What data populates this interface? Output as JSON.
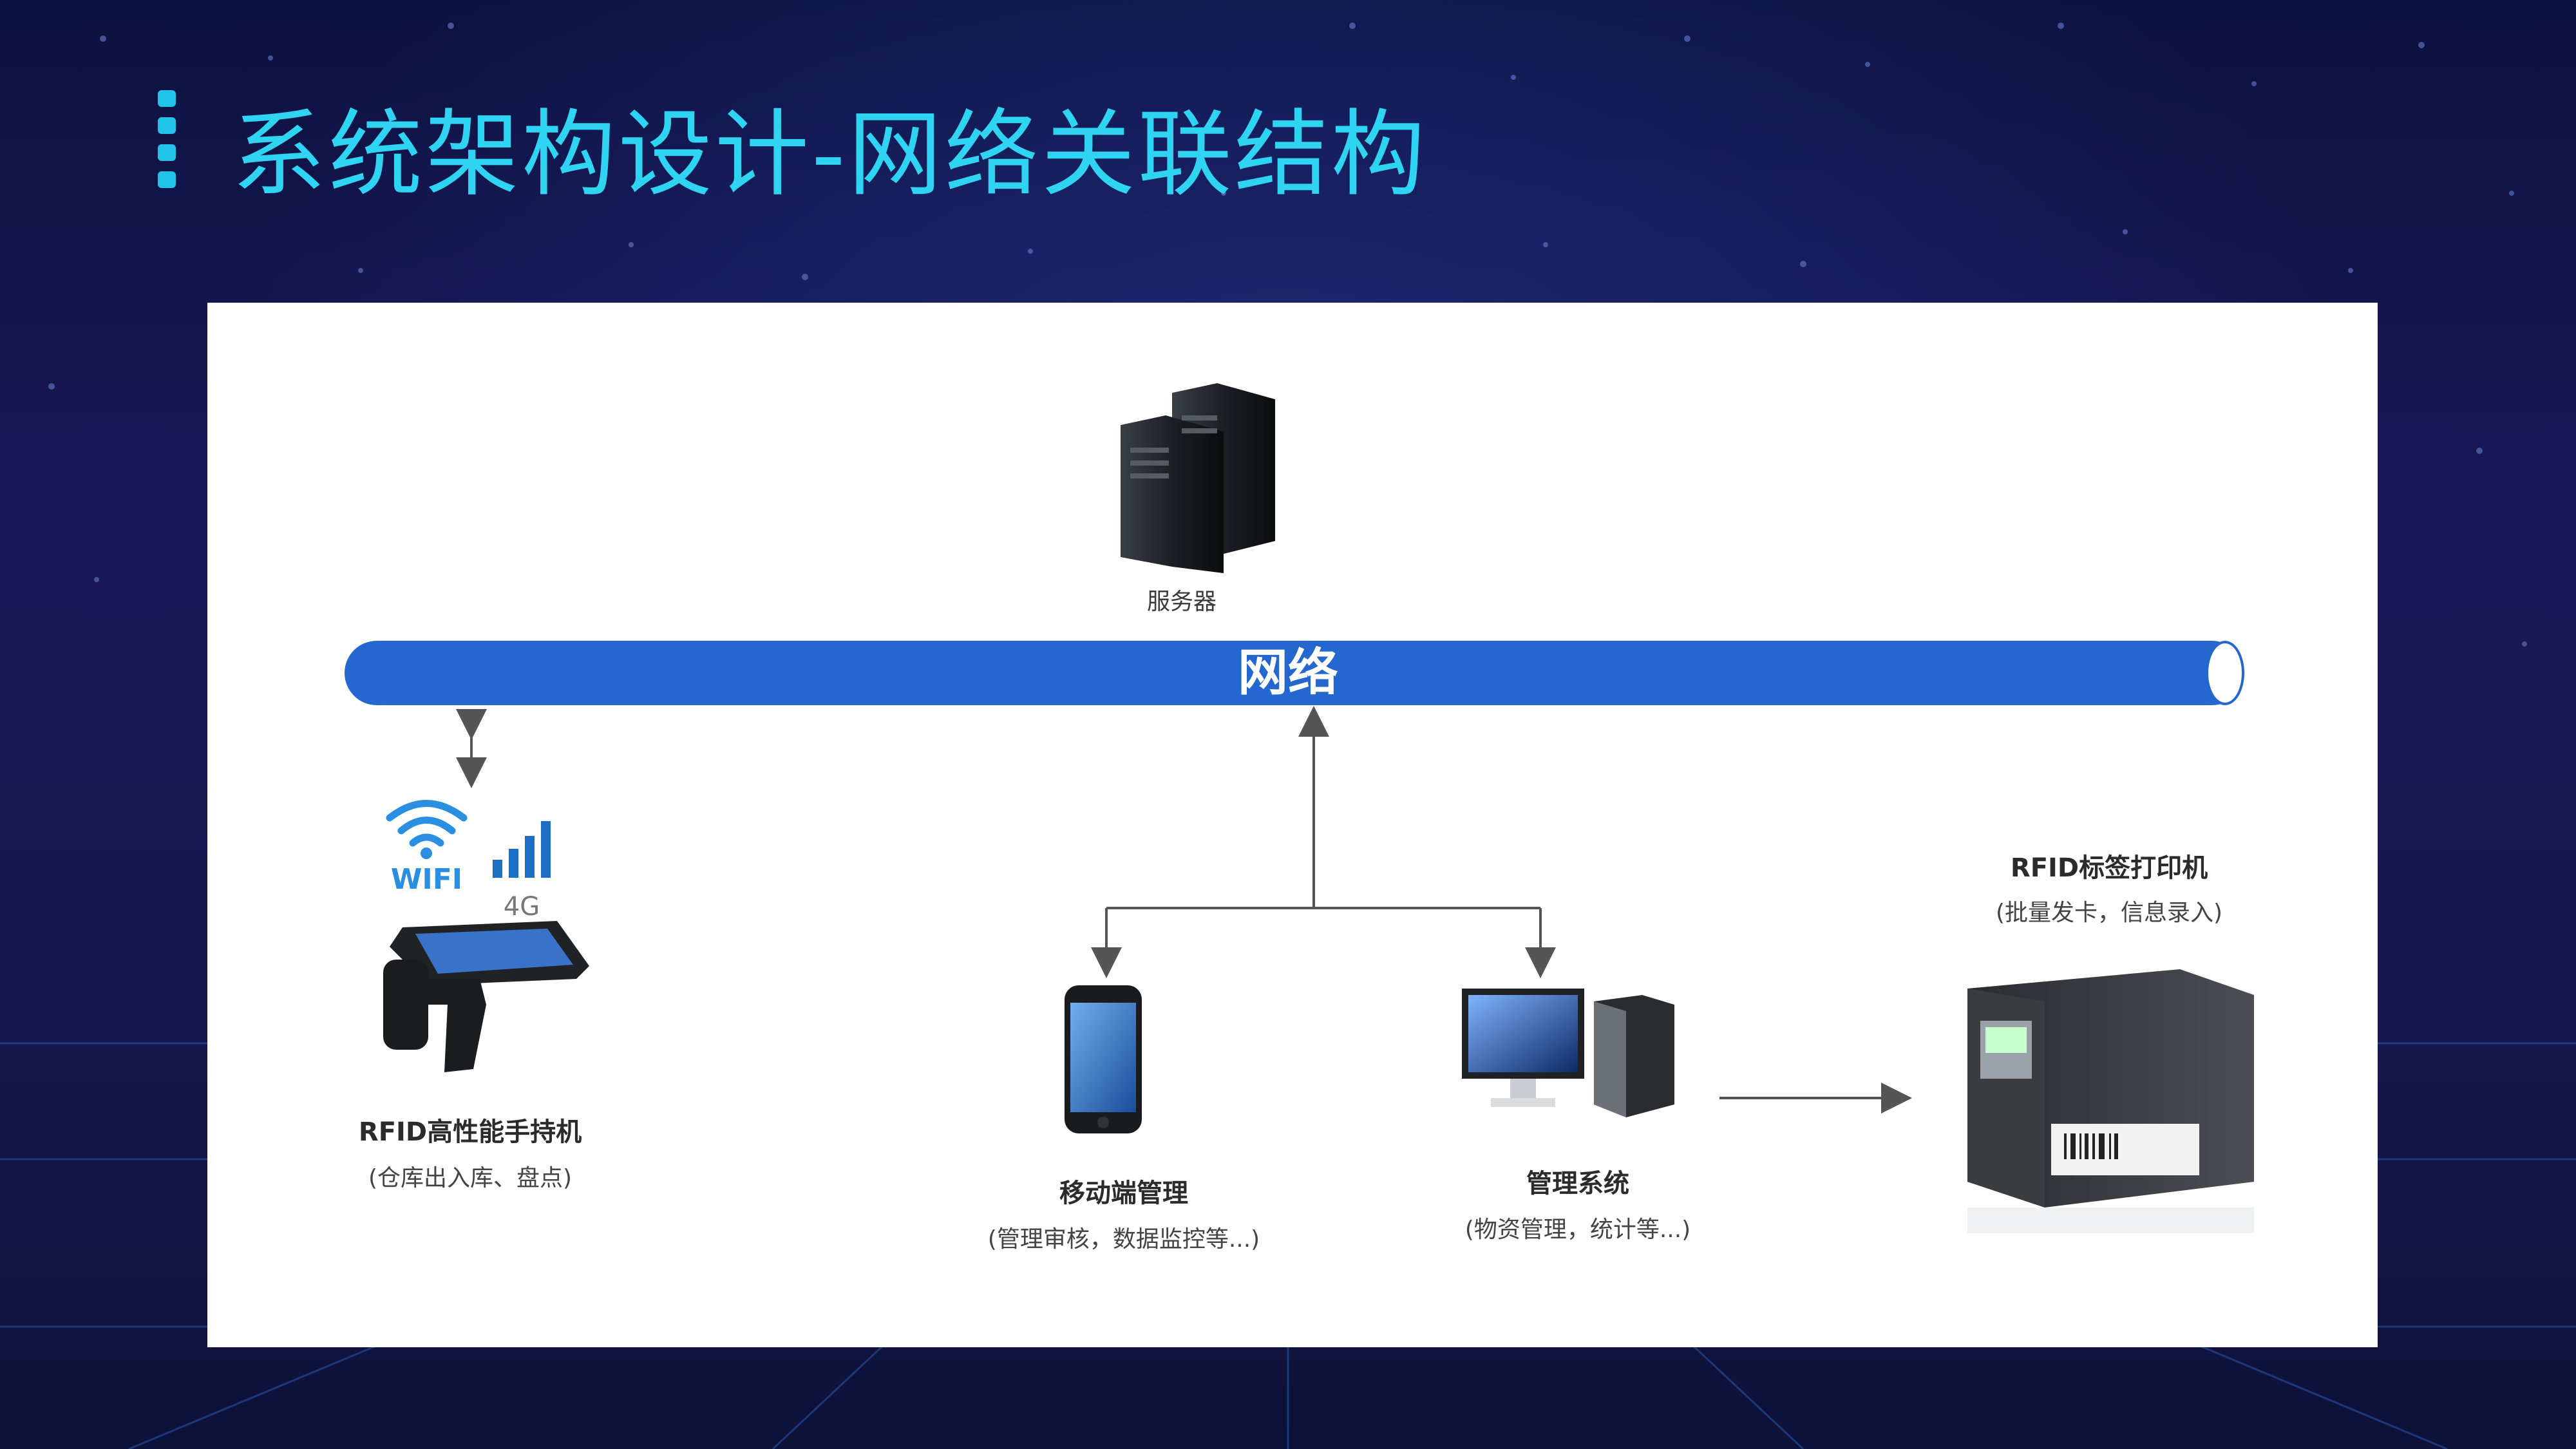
{
  "slide": {
    "title": "系统架构设计-网络关联结构"
  },
  "diagram": {
    "network_label": "网络",
    "server_label": "服务器",
    "wifi_label": "WIFI",
    "cell_label": "4G",
    "handheld": {
      "title": "RFID高性能手持机",
      "subtitle": "(仓库出入库、盘点)"
    },
    "mobile": {
      "title": "移动端管理",
      "subtitle": "(管理审核，数据监控等...)"
    },
    "pc": {
      "title": "管理系统",
      "subtitle": "(物资管理，统计等...)"
    },
    "printer": {
      "title": "RFID标签打印机",
      "subtitle": "(批量发卡，信息录入)"
    }
  },
  "colors": {
    "title_text": "#2fd4f2",
    "network_bar": "#2467cf",
    "accent_bar": "#21c3e8"
  }
}
